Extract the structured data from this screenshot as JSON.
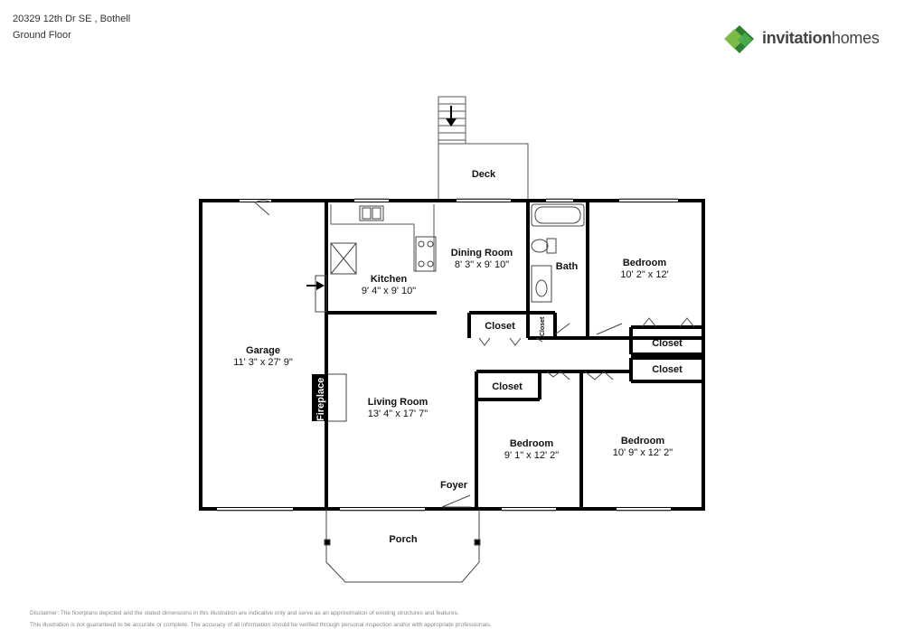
{
  "header": {
    "address": "20329 12th Dr SE , Bothell",
    "floor": "Ground Floor"
  },
  "brand": {
    "name_bold": "invitation",
    "name_light": "homes",
    "colors": {
      "green_dark": "#2e7d32",
      "green_light": "#8bc34a",
      "green_mid": "#4caf50"
    }
  },
  "rooms": {
    "deck": {
      "label": "Deck"
    },
    "dining": {
      "label": "Dining Room",
      "dim": "8' 3\" x 9' 10\""
    },
    "kitchen": {
      "label": "Kitchen",
      "dim": "9' 4\" x 9' 10\""
    },
    "bath": {
      "label": "Bath"
    },
    "bedroom1": {
      "label": "Bedroom",
      "dim": "10' 2\" x 12'"
    },
    "garage": {
      "label": "Garage",
      "dim": "11' 3\" x 27' 9\""
    },
    "closet_hall": {
      "label": "Closet"
    },
    "closet_small": {
      "label": "Closet"
    },
    "closet_bed1": {
      "label": "Closet"
    },
    "closet_bed3": {
      "label": "Closet"
    },
    "closet_bed2": {
      "label": "Closet"
    },
    "fireplace": {
      "label": "Fireplace"
    },
    "living": {
      "label": "Living Room",
      "dim": "13' 4\" x 17' 7\""
    },
    "bedroom2": {
      "label": "Bedroom",
      "dim": "9' 1\" x 12' 2\""
    },
    "bedroom3": {
      "label": "Bedroom",
      "dim": "10' 9\" x 12' 2\""
    },
    "foyer": {
      "label": "Foyer"
    },
    "porch": {
      "label": "Porch"
    }
  },
  "disclaimer": {
    "line1": "Disclaimer: The floorplans depicted and the stated dimensions in this illustration are indicative only and serve as an approximation of existing structures and features.",
    "line2": "This illustration is not guaranteed to be accurate or complete. The accuracy of all information should be verified through personal inspection and/or with appropriate professionals."
  }
}
